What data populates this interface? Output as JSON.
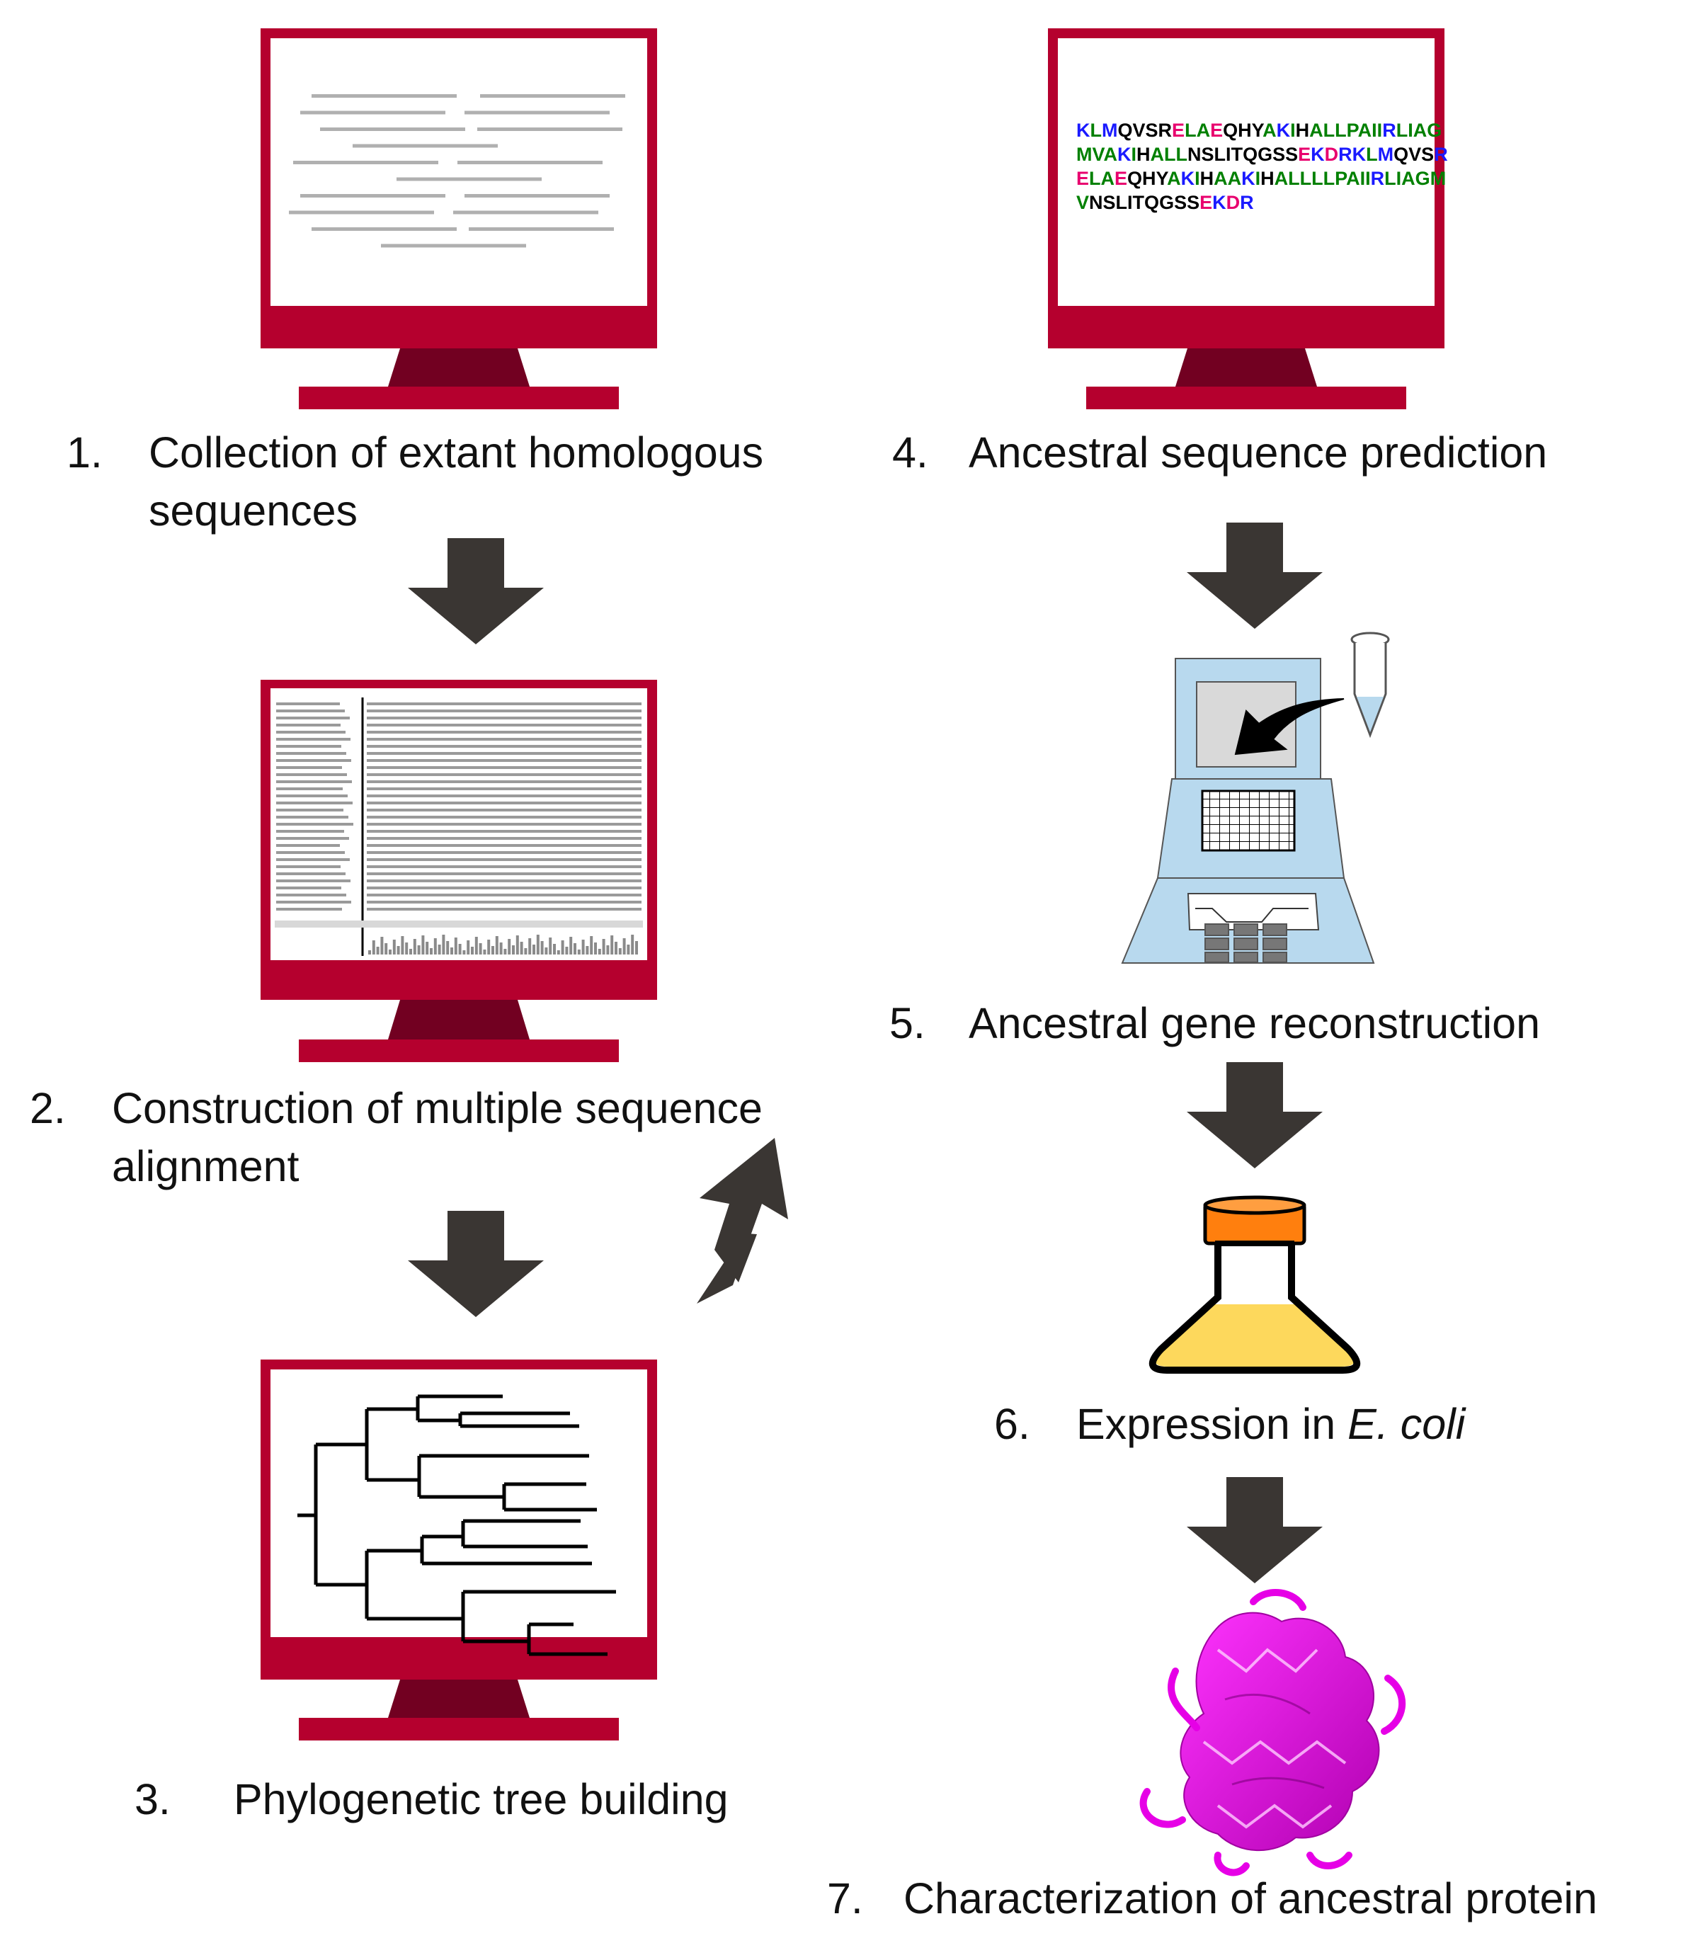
{
  "colors": {
    "monitor": "#b5002e",
    "monitor_stand": "#720021",
    "arrow": "#3a3633",
    "instrument": "#b8d9ee",
    "flask_liquid": "#fdd85c",
    "flask_cap": "#ff7f0e",
    "protein": "#e600e6",
    "residue_blue": "#1a1aff",
    "residue_green": "#008000",
    "residue_red": "#e8006e",
    "residue_black": "#000000"
  },
  "steps": [
    {
      "num": "1.",
      "lines": [
        "Collection of extant homologous",
        "sequences"
      ],
      "icon": "monitor-text-icon"
    },
    {
      "num": "2.",
      "lines": [
        "Construction of multiple sequence",
        "alignment"
      ],
      "icon": "monitor-alignment-icon"
    },
    {
      "num": "3.",
      "lines": [
        "Phylogenetic tree building"
      ],
      "icon": "monitor-tree-icon"
    },
    {
      "num": "4.",
      "lines": [
        "Ancestral sequence prediction"
      ],
      "icon": "monitor-sequence-icon"
    },
    {
      "num": "5.",
      "lines": [
        "Ancestral gene reconstruction"
      ],
      "icon": "gene-synthesizer-icon"
    },
    {
      "num": "6.",
      "lines": [
        "Expression in "
      ],
      "italic": "E. coli",
      "icon": "flask-icon"
    },
    {
      "num": "7.",
      "lines": [
        "Characterization of ancestral protein"
      ],
      "icon": "protein-structure-icon"
    }
  ],
  "sequence": {
    "lines": [
      [
        [
          "K",
          "b"
        ],
        [
          "L",
          "g"
        ],
        [
          "M",
          "b"
        ],
        [
          "Q",
          "k"
        ],
        [
          "V",
          "k"
        ],
        [
          "S",
          "k"
        ],
        [
          "R",
          "k"
        ],
        [
          "E",
          "r"
        ],
        [
          "L",
          "g"
        ],
        [
          "A",
          "g"
        ],
        [
          "E",
          "r"
        ],
        [
          "Q",
          "k"
        ],
        [
          "H",
          "k"
        ],
        [
          "Y",
          "k"
        ],
        [
          "A",
          "g"
        ],
        [
          "K",
          "b"
        ],
        [
          "I",
          "g"
        ],
        [
          "H",
          "k"
        ],
        [
          "A",
          "g"
        ],
        [
          "L",
          "g"
        ],
        [
          "L",
          "g"
        ],
        [
          "P",
          "g"
        ],
        [
          "A",
          "g"
        ],
        [
          "I",
          "g"
        ],
        [
          "I",
          "g"
        ],
        [
          "R",
          "b"
        ],
        [
          "L",
          "g"
        ],
        [
          "I",
          "g"
        ],
        [
          "A",
          "g"
        ],
        [
          "G",
          "g"
        ]
      ],
      [
        [
          "M",
          "g"
        ],
        [
          "V",
          "g"
        ],
        [
          "A",
          "g"
        ],
        [
          "K",
          "b"
        ],
        [
          "I",
          "g"
        ],
        [
          "H",
          "k"
        ],
        [
          "A",
          "g"
        ],
        [
          "L",
          "g"
        ],
        [
          "L",
          "g"
        ],
        [
          "N",
          "k"
        ],
        [
          "S",
          "k"
        ],
        [
          "L",
          "k"
        ],
        [
          "I",
          "k"
        ],
        [
          "T",
          "k"
        ],
        [
          "Q",
          "k"
        ],
        [
          "G",
          "k"
        ],
        [
          "S",
          "k"
        ],
        [
          "S",
          "k"
        ],
        [
          "E",
          "r"
        ],
        [
          "K",
          "b"
        ],
        [
          "D",
          "r"
        ],
        [
          "R",
          "b"
        ],
        [
          "K",
          "b"
        ],
        [
          "L",
          "g"
        ],
        [
          "M",
          "b"
        ],
        [
          "Q",
          "k"
        ],
        [
          "V",
          "k"
        ],
        [
          "S",
          "k"
        ],
        [
          "R",
          "b"
        ]
      ],
      [
        [
          "E",
          "r"
        ],
        [
          "L",
          "g"
        ],
        [
          "A",
          "g"
        ],
        [
          "E",
          "r"
        ],
        [
          "Q",
          "k"
        ],
        [
          "H",
          "k"
        ],
        [
          "Y",
          "k"
        ],
        [
          "A",
          "g"
        ],
        [
          "K",
          "b"
        ],
        [
          "I",
          "g"
        ],
        [
          "H",
          "k"
        ],
        [
          "A",
          "g"
        ],
        [
          "A",
          "g"
        ],
        [
          "K",
          "b"
        ],
        [
          "I",
          "g"
        ],
        [
          "H",
          "k"
        ],
        [
          "A",
          "g"
        ],
        [
          "L",
          "g"
        ],
        [
          "L",
          "g"
        ],
        [
          "L",
          "g"
        ],
        [
          "L",
          "g"
        ],
        [
          "P",
          "g"
        ],
        [
          "A",
          "g"
        ],
        [
          "I",
          "g"
        ],
        [
          "I",
          "g"
        ],
        [
          "R",
          "b"
        ],
        [
          "L",
          "g"
        ],
        [
          "I",
          "g"
        ],
        [
          "A",
          "g"
        ],
        [
          "G",
          "g"
        ],
        [
          "M",
          "g"
        ]
      ],
      [
        [
          "V",
          "g"
        ],
        [
          "N",
          "k"
        ],
        [
          "S",
          "k"
        ],
        [
          "L",
          "k"
        ],
        [
          "I",
          "k"
        ],
        [
          "T",
          "k"
        ],
        [
          "Q",
          "k"
        ],
        [
          "G",
          "k"
        ],
        [
          "S",
          "k"
        ],
        [
          "S",
          "k"
        ],
        [
          "E",
          "r"
        ],
        [
          "K",
          "b"
        ],
        [
          "D",
          "r"
        ],
        [
          "R",
          "b"
        ]
      ]
    ]
  }
}
